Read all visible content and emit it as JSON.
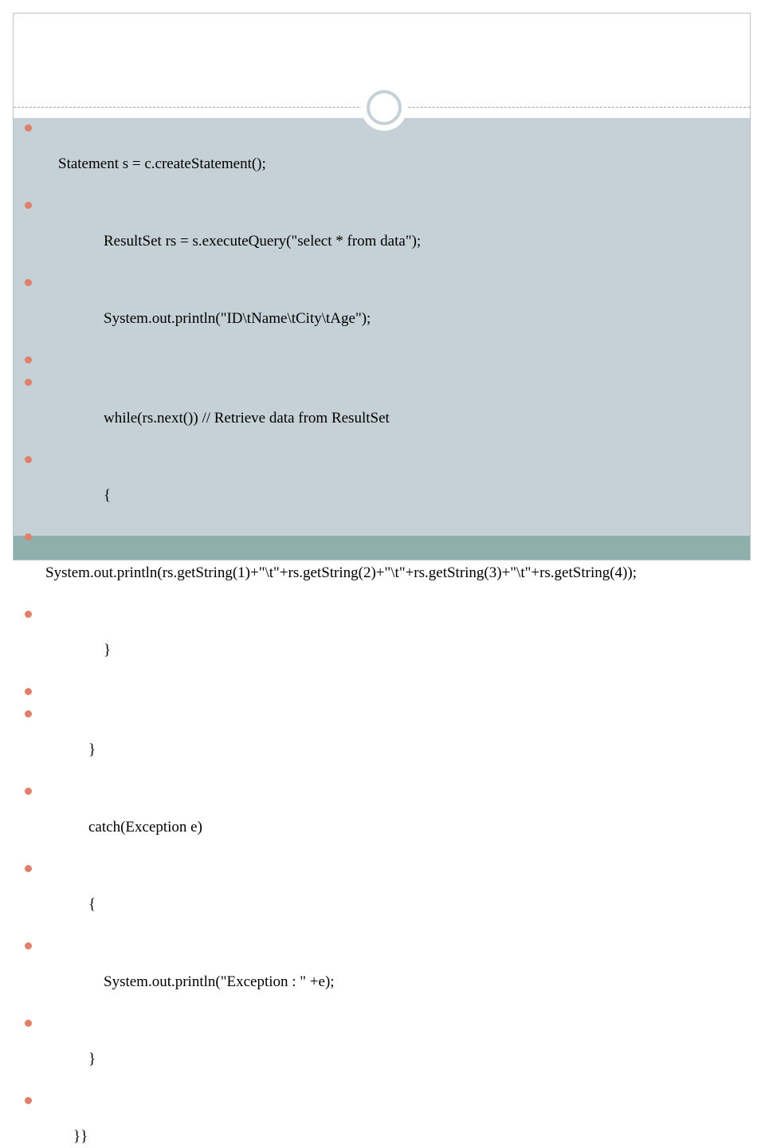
{
  "slide": {
    "accent_color": "#e0806a",
    "content_bg": "#c5d0d7",
    "footer_color": "#8eafac",
    "lines": [
      {
        "text": "Statement s = c.createStatement();"
      },
      {
        "text": "            ResultSet rs = s.executeQuery(\"select * from data\");"
      },
      {
        "text": "            System.out.println(\"ID\\tName\\tCity\\tAge\");"
      },
      {
        "text": ""
      },
      {
        "text": "            while(rs.next()) // Retrieve data from ResultSet"
      },
      {
        "text": "            {"
      },
      {
        "text": ""
      },
      {
        "text": "System.out.println(rs.getString(1)+\"\\t\"+rs.getString(2)+\"\\t\"+rs.getString(3)+\"\\t\"+rs.getString(4));"
      },
      {
        "text": "            }"
      },
      {
        "text": ""
      },
      {
        "text": "        }"
      },
      {
        "text": "        catch(Exception e)"
      },
      {
        "text": "        {"
      },
      {
        "text": "            System.out.println(\"Exception : \" +e);"
      },
      {
        "text": "        }"
      },
      {
        "text": "    }}"
      }
    ]
  }
}
